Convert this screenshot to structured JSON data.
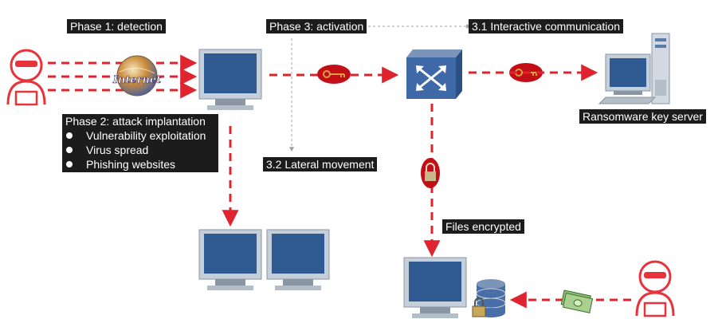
{
  "phase1": "Phase 1: detection",
  "phase3": "Phase 3: activation",
  "comm": "3.1 Interactive communication",
  "phase2": {
    "title": "Phase 2: attack implantation",
    "items": [
      "Vulnerability exploitation",
      "Virus spread",
      "Phishing websites"
    ]
  },
  "lateral": "3.2 Lateral movement",
  "server": "Ransomware key server",
  "encrypted": "Files encrypted",
  "internet": "Internet",
  "colors": {
    "arrow": "#e0242f",
    "attacker": "#e8323c",
    "screen": "#2f5b92",
    "dotted": "#a0a0a0"
  }
}
